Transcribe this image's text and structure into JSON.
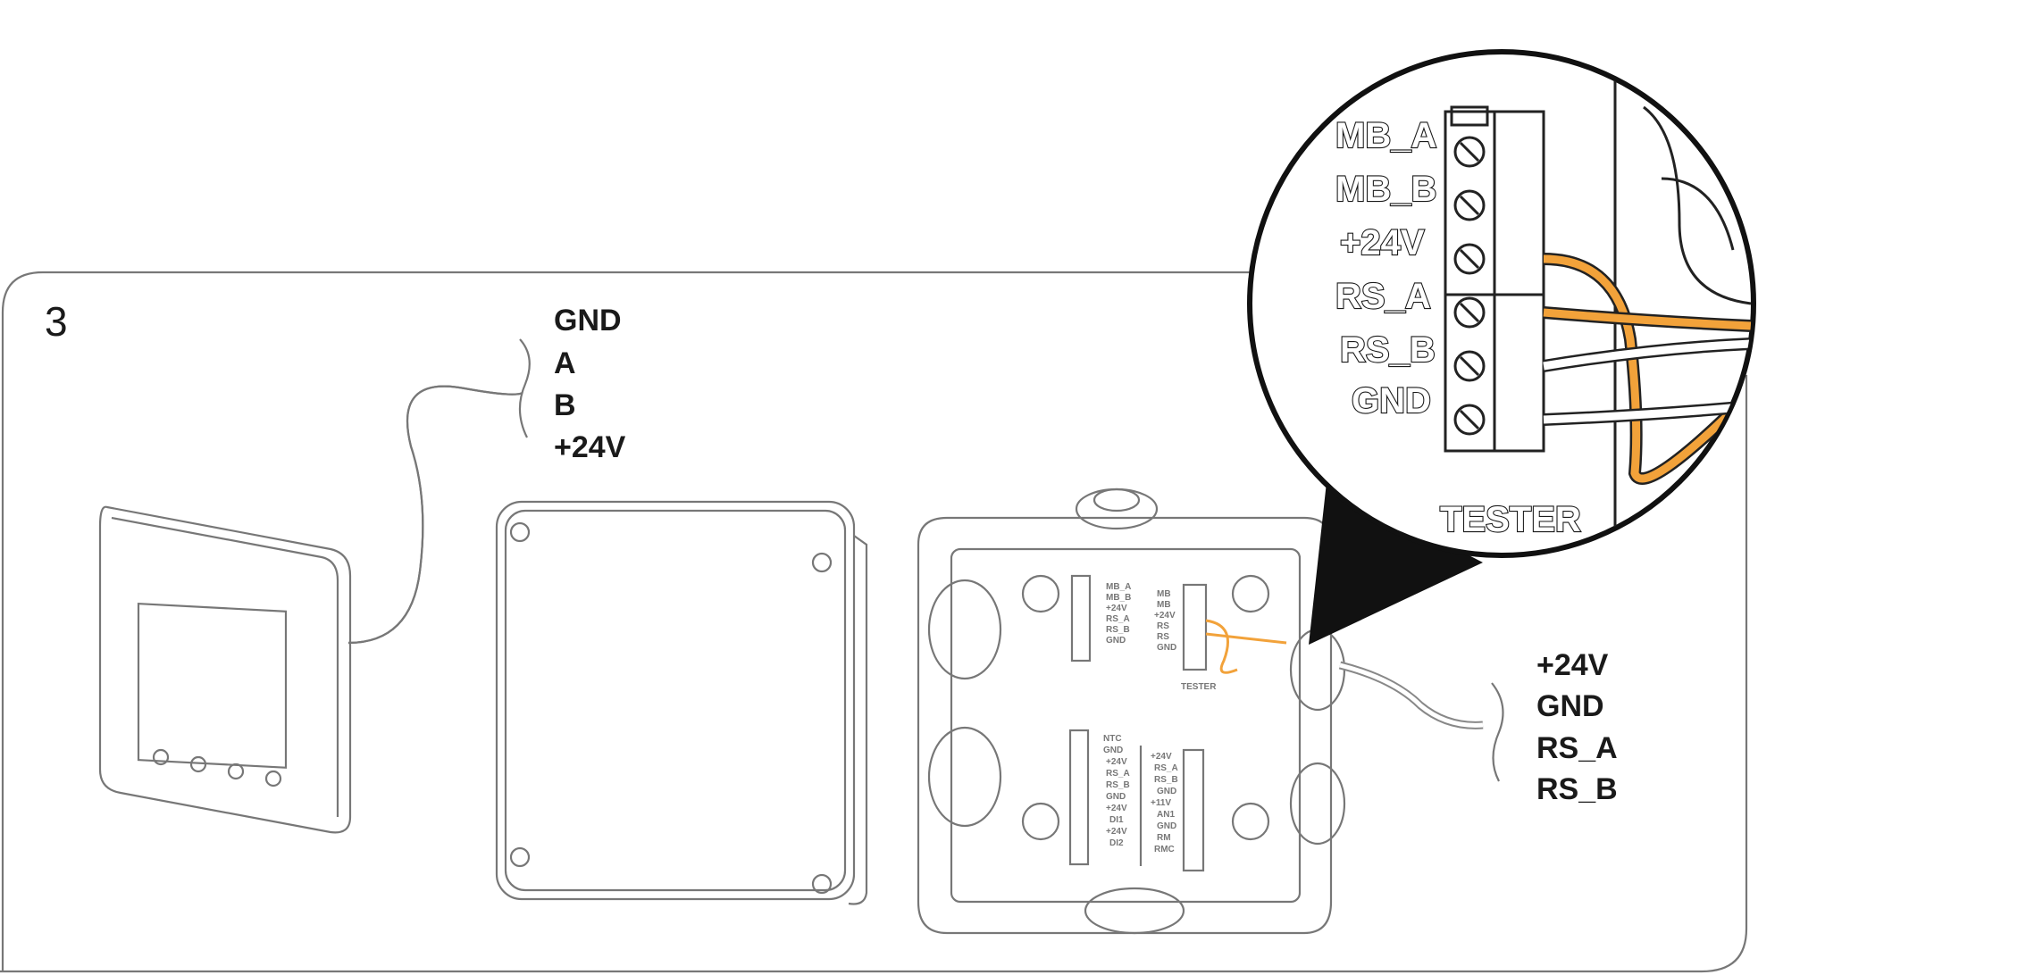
{
  "step_number": "3",
  "thermostat_cable_labels": [
    "GND",
    "A",
    "B",
    "+24V"
  ],
  "external_cable_labels": [
    "+24V",
    "GND",
    "RS_A",
    "RS_B"
  ],
  "magnified_terminals": [
    "MB_A",
    "MB_B",
    "+24V",
    "RS_A",
    "RS_B",
    "GND"
  ],
  "magnified_caption": "TESTER",
  "box": {
    "block_left_top": [
      "MB_A",
      "MB_B",
      "+24V",
      "RS_A",
      "RS_B",
      "GND"
    ],
    "block_right_top": [
      "MB",
      "MB",
      "+24V",
      "RS",
      "RS",
      "GND"
    ],
    "tester_label": "TESTER",
    "block_left_bottom": [
      "NTC",
      "GND",
      "+24V",
      "RS_A",
      "RS_B",
      "GND",
      "+24V",
      "DI1",
      "+24V",
      "DI2"
    ],
    "block_right_bottom": [
      "+24V",
      "RS_A",
      "RS_B",
      "GND",
      "+11V",
      "AN1",
      "GND",
      "RM",
      "RMC"
    ]
  },
  "colors": {
    "wire_highlight": "#f2a23a",
    "outline": "#777777"
  }
}
